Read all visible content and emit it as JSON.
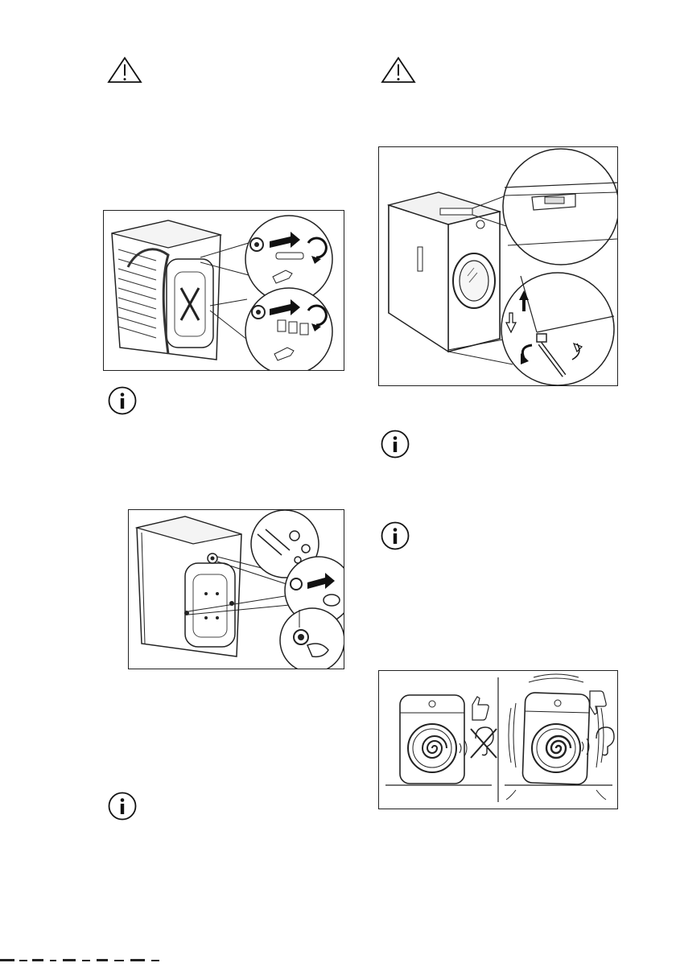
{
  "page": {
    "icons": {
      "warning": "warning-triangle-icon",
      "info": "info-circle-icon"
    },
    "figures": [
      "remove-transit-bolts",
      "insert-plastic-caps",
      "level-appliance",
      "vibration-comparison"
    ]
  }
}
